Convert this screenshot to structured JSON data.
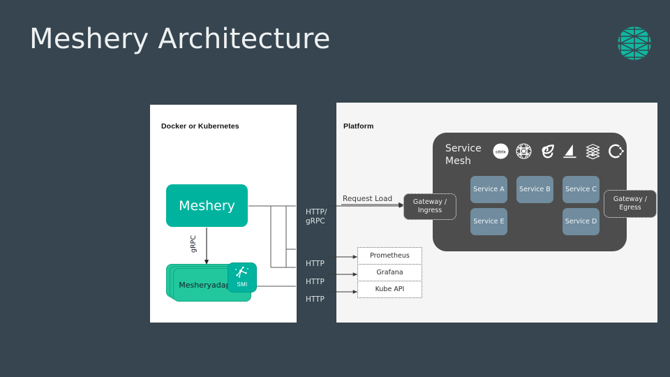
{
  "header": {
    "title": "Meshery Architecture",
    "logo_name": "meshery-logo",
    "logo_color": "#00b39f"
  },
  "theme": {
    "background": "#36454f",
    "panel_left_bg": "#ffffff",
    "panel_right_bg": "#f5f5f5",
    "accent_teal": "#00b39f",
    "adapter_teal": "#22c79e",
    "mesh_box": "#4d4d4d",
    "service_node": "#708c9e"
  },
  "panels": {
    "left": {
      "label": "Docker or Kubernetes"
    },
    "right": {
      "label": "Platform"
    }
  },
  "left_panel": {
    "meshery": {
      "label": "Meshery"
    },
    "adapters": {
      "label": "Meshery\nadapters",
      "line1": "Meshery",
      "line2": "adapters"
    },
    "smi_badge": {
      "label": "SMI",
      "icon": "smi-mesh-icon"
    },
    "grpc_edge": {
      "label": "gRPC"
    }
  },
  "gutter_protocols": [
    {
      "label": "HTTP/\ngRPC",
      "line1": "HTTP/",
      "line2": "gRPC"
    },
    {
      "label": "HTTP"
    },
    {
      "label": "HTTP"
    },
    {
      "label": "HTTP"
    }
  ],
  "right_panel": {
    "request_load_label": "Request Load",
    "service_mesh": {
      "title": "Service\nMesh",
      "title_line1": "Service",
      "title_line2": "Mesh",
      "logos": [
        {
          "name": "citrix-logo",
          "label": "citrix"
        },
        {
          "name": "consul-logo",
          "label": "Consul"
        },
        {
          "name": "linkerd-logo",
          "label": "Linkerd"
        },
        {
          "name": "istio-logo",
          "label": "Istio"
        },
        {
          "name": "kuma-logo",
          "label": "Kuma"
        },
        {
          "name": "open-service-mesh-logo",
          "label": "OSM"
        }
      ],
      "services": [
        {
          "id": "svc-a",
          "label": "Service A"
        },
        {
          "id": "svc-b",
          "label": "Service B"
        },
        {
          "id": "svc-c",
          "label": "Service C"
        },
        {
          "id": "svc-d",
          "label": "Service D"
        },
        {
          "id": "svc-e",
          "label": "Service E"
        }
      ]
    },
    "gateway_ingress": {
      "line1": "Gateway /",
      "line2": "Ingress"
    },
    "gateway_egress": {
      "line1": "Gateway /",
      "line2": "Egress"
    },
    "observability": [
      {
        "label": "Prometheus"
      },
      {
        "label": "Grafana"
      },
      {
        "label": "Kube API"
      }
    ]
  }
}
